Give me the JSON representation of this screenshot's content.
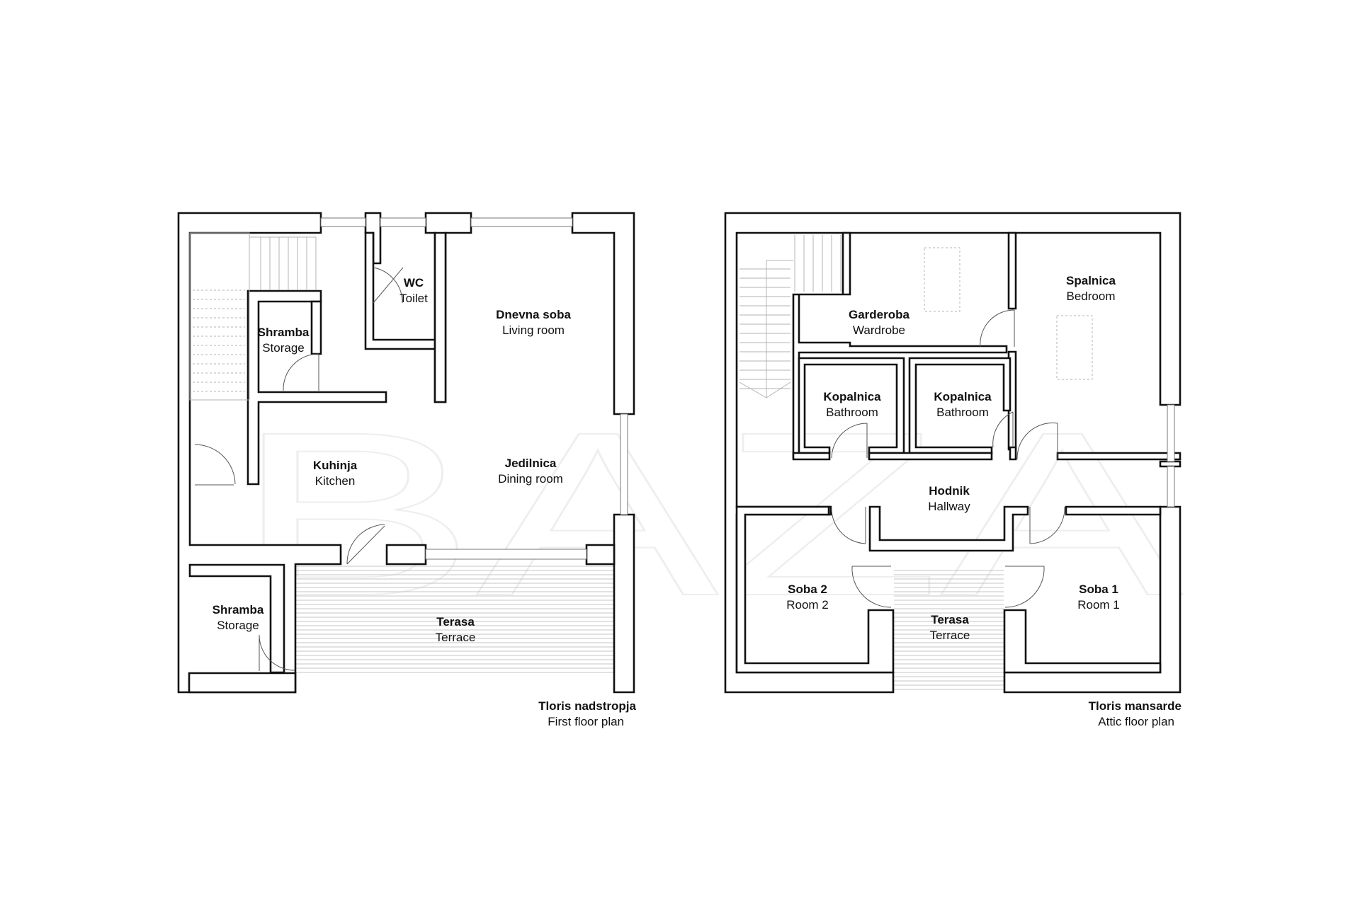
{
  "first_floor": {
    "caption": "Tloris nadstropja",
    "caption_sub": "First floor plan",
    "rooms": [
      {
        "name": "WC",
        "sub": "Toilet"
      },
      {
        "name": "Dnevna soba",
        "sub": "Living room"
      },
      {
        "name": "Shramba",
        "sub": "Storage"
      },
      {
        "name": "Kuhinja",
        "sub": "Kitchen"
      },
      {
        "name": "Jedilnica",
        "sub": "Dining room"
      },
      {
        "name": "Shramba",
        "sub": "Storage"
      },
      {
        "name": "Terasa",
        "sub": "Terrace"
      }
    ]
  },
  "attic": {
    "caption": "Tloris mansarde",
    "caption_sub": "Attic floor plan",
    "rooms": [
      {
        "name": "Garderoba",
        "sub": "Wardrobe"
      },
      {
        "name": "Spalnica",
        "sub": "Bedroom"
      },
      {
        "name": "Kopalnica",
        "sub": "Bathroom"
      },
      {
        "name": "Kopalnica",
        "sub": "Bathroom"
      },
      {
        "name": "Hodnik",
        "sub": "Hallway"
      },
      {
        "name": "Soba 2",
        "sub": "Room 2"
      },
      {
        "name": "Soba 1",
        "sub": "Room 1"
      },
      {
        "name": "Terasa",
        "sub": "Terrace"
      }
    ]
  },
  "watermark": "BAZA"
}
